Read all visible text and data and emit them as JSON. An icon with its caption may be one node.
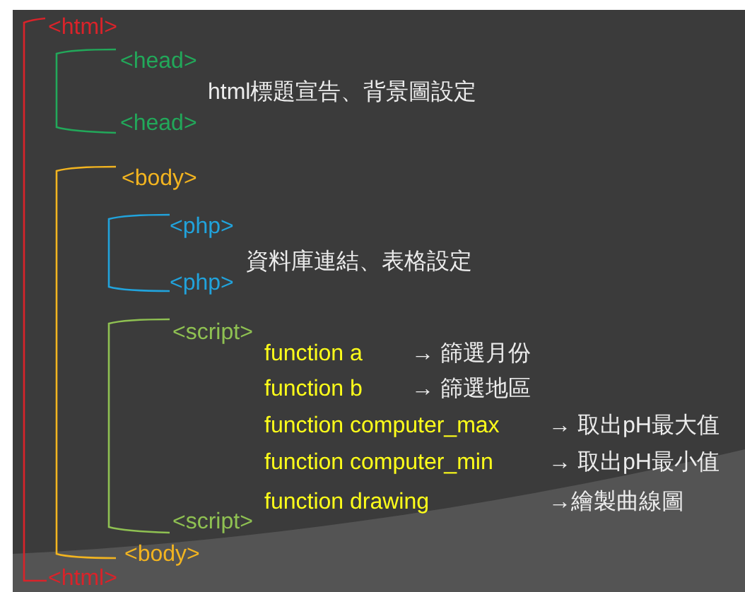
{
  "diagram": {
    "labels": [
      "<html>",
      "<head>",
      "html標題宣告、背景圖設定",
      "<head>",
      "<body>",
      "<php>",
      "資料庫連結、表格設定",
      "<php>",
      "<script>",
      "function a",
      "→ 篩選月份",
      "function b",
      "→ 篩選地區",
      "function computer_max",
      "→ 取出pH最大值",
      "function computer_min",
      "→ 取出pH最小值",
      "function drawing",
      "→繪製曲線圖",
      "<script>",
      "<body>",
      "<html>"
    ]
  }
}
